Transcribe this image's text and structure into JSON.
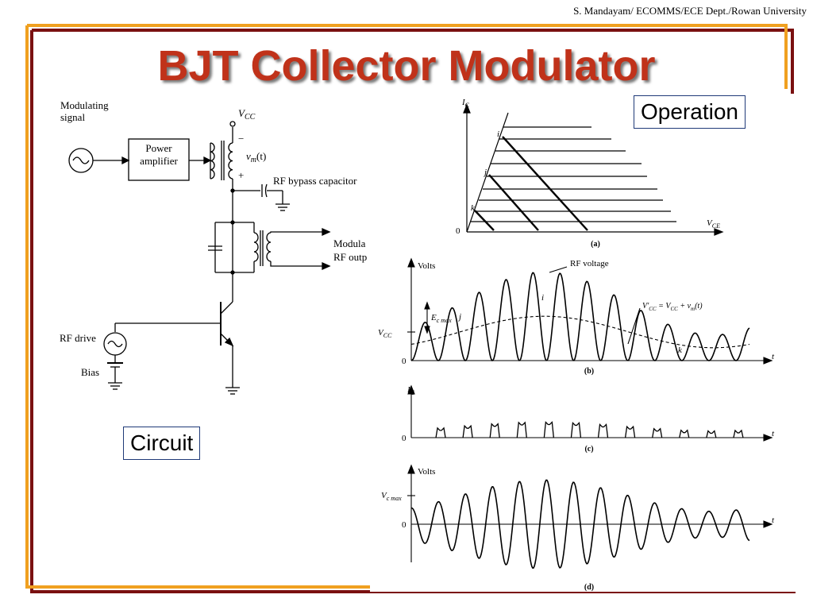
{
  "slide": {
    "credit": "S. Mandayam/ ECOMMS/ECE Dept./Rowan University",
    "title": "BJT Collector Modulator",
    "callout_operation": "Operation",
    "callout_circuit": "Circuit"
  },
  "circuit": {
    "modulating_signal": [
      "Modulating",
      "signal"
    ],
    "power_amplifier": [
      "Power",
      "amplifier"
    ],
    "vcc": "V",
    "vcc_sub": "CC",
    "minus": "−",
    "plus": "+",
    "vm": "v",
    "vm_sub": "m",
    "vm_arg": "(t)",
    "rf_bypass": "RF bypass capacitor",
    "modulated_rf_output": [
      "Modula",
      "RF outp"
    ],
    "rf_drive": "RF drive",
    "bias": "Bias"
  },
  "figures": {
    "a": {
      "ylabel": "I",
      "ylabel_sub": "C",
      "xlabel": "V",
      "xlabel_sub": "CE",
      "zero": "0",
      "points": [
        "i",
        "j",
        "k"
      ],
      "caption": "(a)"
    },
    "b": {
      "ylabel": "Volts",
      "rf_voltage": "RF voltage",
      "vcc": "V",
      "vcc_sub": "CC",
      "ecmax": "E",
      "ecmax_sub": "c max",
      "eq_main": "V′",
      "eq_sub": "CC",
      "eq_rest": " = V",
      "eq_sub2": "CC",
      "eq_rest2": " + v",
      "eq_sub3": "m",
      "eq_rest3": "(t)",
      "zero": "0",
      "t": "t",
      "points": [
        "i",
        "j",
        "k"
      ],
      "caption": "(b)"
    },
    "c": {
      "ylabel": "I",
      "ylabel_sub": "C",
      "zero": "0",
      "t": "t",
      "caption": "(c)"
    },
    "d": {
      "ylabel": "Volts",
      "vcmax": "V",
      "vcmax_sub": "c max",
      "zero": "0",
      "t": "t",
      "caption": "(d)"
    }
  },
  "colors": {
    "title": "#c0321a",
    "frame_outer": "#7a1010",
    "frame_inner": "#f0a020",
    "callout_border": "#1f3a78"
  }
}
